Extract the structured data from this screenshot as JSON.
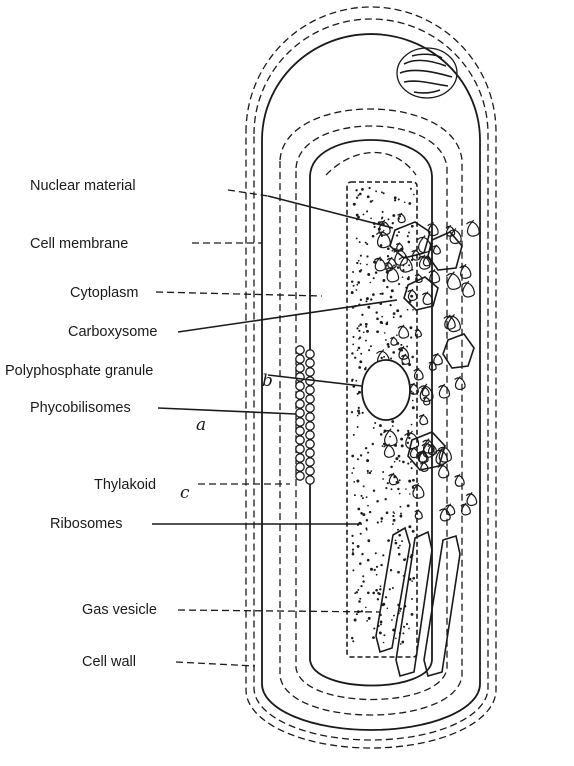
{
  "labels": {
    "nuclear": "Nuclear material",
    "membrane": "Cell membrane",
    "cytoplasm": "Cytoplasm",
    "carboxysome": "Carboxysome",
    "polyphosphate": "Polyphosphate granule",
    "phycobilisomes": "Phycobilisomes",
    "thylakoid": "Thylakoid",
    "ribosomes": "Ribosomes",
    "gas_vesicle": "Gas vesicle",
    "cell_wall": "Cell wall"
  },
  "annotations": {
    "poly_mark": "b",
    "phyco_mark": "a",
    "thyl_mark": "c"
  },
  "colors": {
    "ink": "#1a1a1a",
    "paper": "#ffffff"
  }
}
